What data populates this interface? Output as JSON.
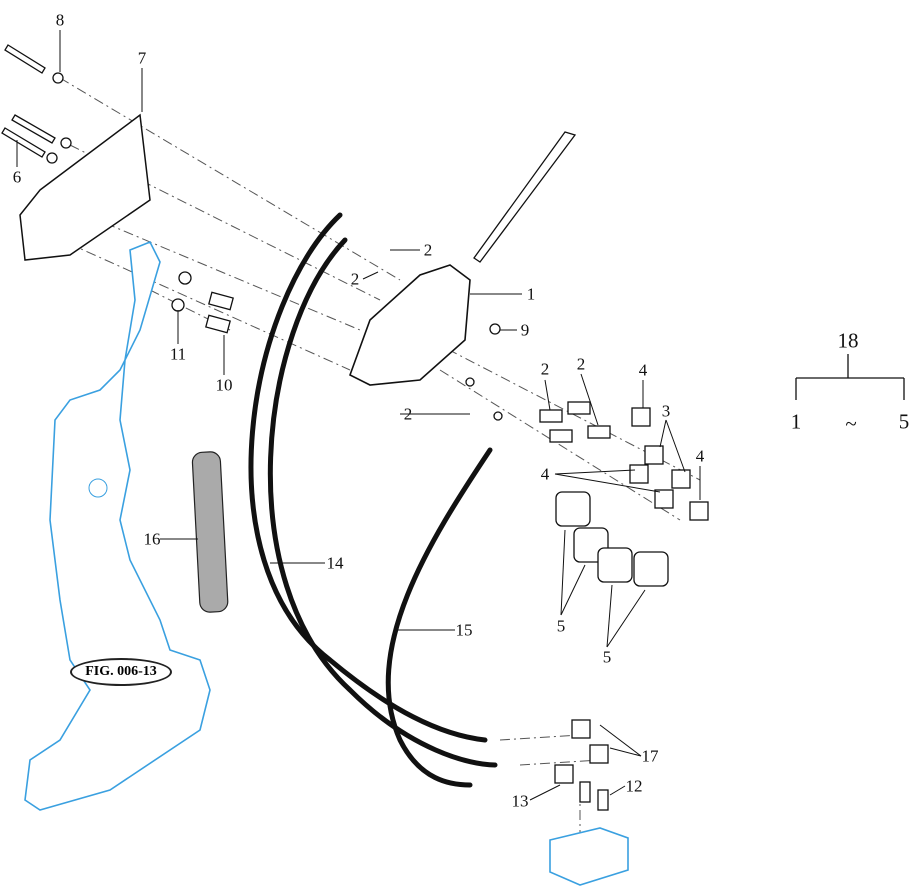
{
  "figure_reference": "FIG. 006-13",
  "callouts": [
    {
      "id": "c8",
      "text": "8"
    },
    {
      "id": "c7",
      "text": "7"
    },
    {
      "id": "c6",
      "text": "6"
    },
    {
      "id": "c11",
      "text": "11"
    },
    {
      "id": "c10",
      "text": "10"
    },
    {
      "id": "c2a",
      "text": "2"
    },
    {
      "id": "c2b",
      "text": "2"
    },
    {
      "id": "c1",
      "text": "1"
    },
    {
      "id": "c9",
      "text": "9"
    },
    {
      "id": "c2c",
      "text": "2"
    },
    {
      "id": "c2d",
      "text": "2"
    },
    {
      "id": "c4a",
      "text": "4"
    },
    {
      "id": "c3",
      "text": "3"
    },
    {
      "id": "c2e",
      "text": "2"
    },
    {
      "id": "c4b",
      "text": "4"
    },
    {
      "id": "c4c",
      "text": "4"
    },
    {
      "id": "c16",
      "text": "16"
    },
    {
      "id": "c14",
      "text": "14"
    },
    {
      "id": "c15",
      "text": "15"
    },
    {
      "id": "c5a",
      "text": "5"
    },
    {
      "id": "c5b",
      "text": "5"
    },
    {
      "id": "c17",
      "text": "17"
    },
    {
      "id": "c12",
      "text": "12"
    },
    {
      "id": "c13",
      "text": "13"
    }
  ],
  "kit_legend": {
    "parent": "18",
    "from": "1",
    "separator": "~",
    "to": "5"
  },
  "colors": {
    "line": "#111111",
    "frame": "#3aa0e0",
    "hose": "#111111"
  }
}
